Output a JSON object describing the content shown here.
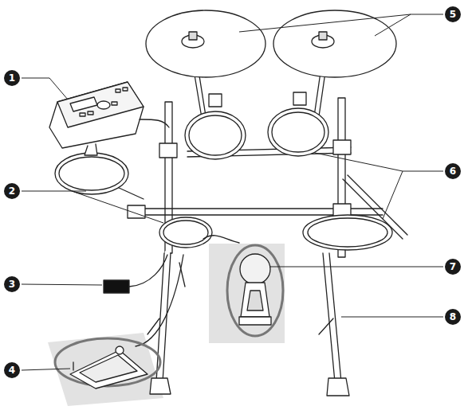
{
  "diagram": {
    "nodes": [
      {
        "text": [
          "5"
        ]
      },
      {
        "text": [
          "1"
        ]
      },
      {
        "text": [
          "6"
        ]
      },
      {
        "text": [
          "2"
        ]
      },
      {
        "text": [
          "7"
        ]
      },
      {
        "text": [
          "3"
        ]
      },
      {
        "text": [
          "8"
        ]
      },
      {
        "text": [
          "4"
        ]
      }
    ]
  }
}
